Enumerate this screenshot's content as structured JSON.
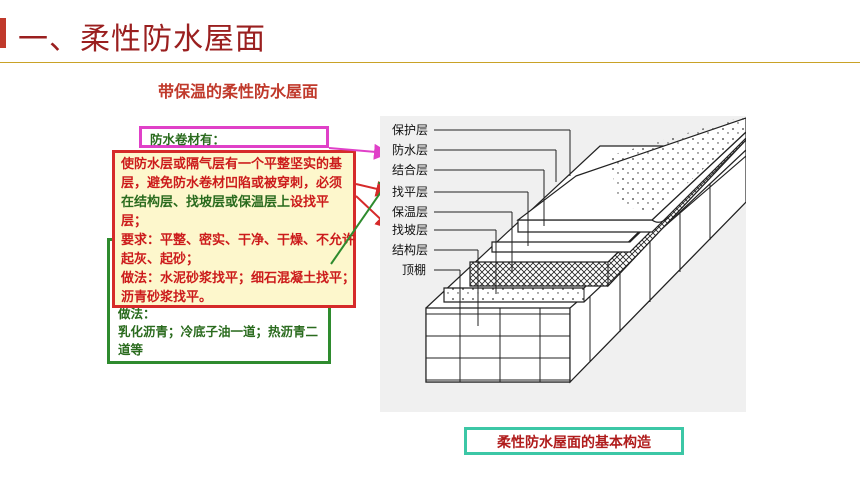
{
  "header": {
    "title": "一、柔性防水屋面"
  },
  "subtitle": "带保温的柔性防水屋面",
  "magenta_box": {
    "label": "防水卷材有："
  },
  "red_box": {
    "line1_red": "使防水层或隔气层有一个平整坚实的基层，避免防水卷材凹陷或被穿刺，必须",
    "line1_green": "在结构层、找坡层或保温层上",
    "line1_red_end": "设找平层；",
    "line2": "要求：平整、密实、干净、干燥、不允许起灰、起砂；",
    "line3": "做法：水泥砂浆找平；细石混凝土找平；沥青砂浆找平。"
  },
  "green_box": {
    "text1": "做法：",
    "text2": "乳化沥青；冷底子油一道；热沥青二道等"
  },
  "diagram": {
    "layers": [
      "保护层",
      "防水层",
      "结合层",
      "找平层",
      "保温层",
      "找坡层",
      "结构层",
      "顶棚"
    ]
  },
  "caption": "柔性防水屋面的基本构造",
  "colors": {
    "title": "#9a1f1f",
    "accent_red": "#d62a2a",
    "accent_green": "#2e8b2e",
    "magenta": "#e040c8",
    "caption_border": "#3cc7a6",
    "note_fill": "#fdf7cc"
  }
}
